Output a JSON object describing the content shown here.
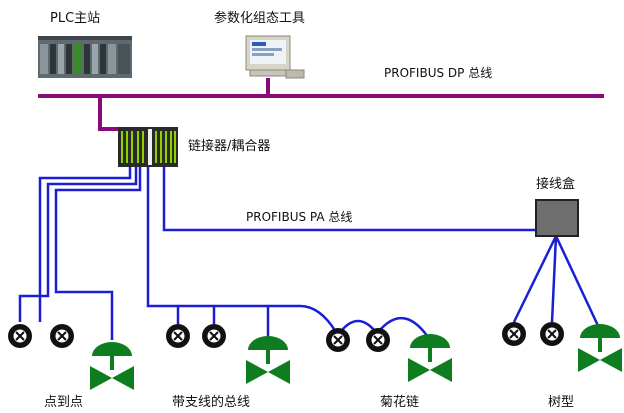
{
  "labels": {
    "plc_master": "PLC主站",
    "config_tool": "参数化组态工具",
    "profibus_dp_bus": "PROFIBUS DP 总线",
    "link_coupler": "链接器/耦合器",
    "junction_box": "接线盒",
    "profibus_pa_bus": "PROFIBUS PA 总线",
    "topology_point_to_point": "点到点",
    "topology_spur_bus": "带支线的总线",
    "topology_daisy_chain": "菊花链",
    "topology_tree": "树型"
  },
  "colors": {
    "dp_bus": "#8b0a7a",
    "pa_bus": "#1a1fd6",
    "valve_green": "#0e7d1f",
    "sensor_black": "#111111",
    "junction_box_fill": "#6e6e6e",
    "coupler_fill": "#2a2a2a",
    "coupler_stripes": "#8fd100"
  },
  "icons": {
    "sensor": "sensor-x-circle-icon",
    "valve": "control-valve-icon",
    "plc": "plc-rack-icon",
    "computer": "workstation-computer-icon"
  }
}
